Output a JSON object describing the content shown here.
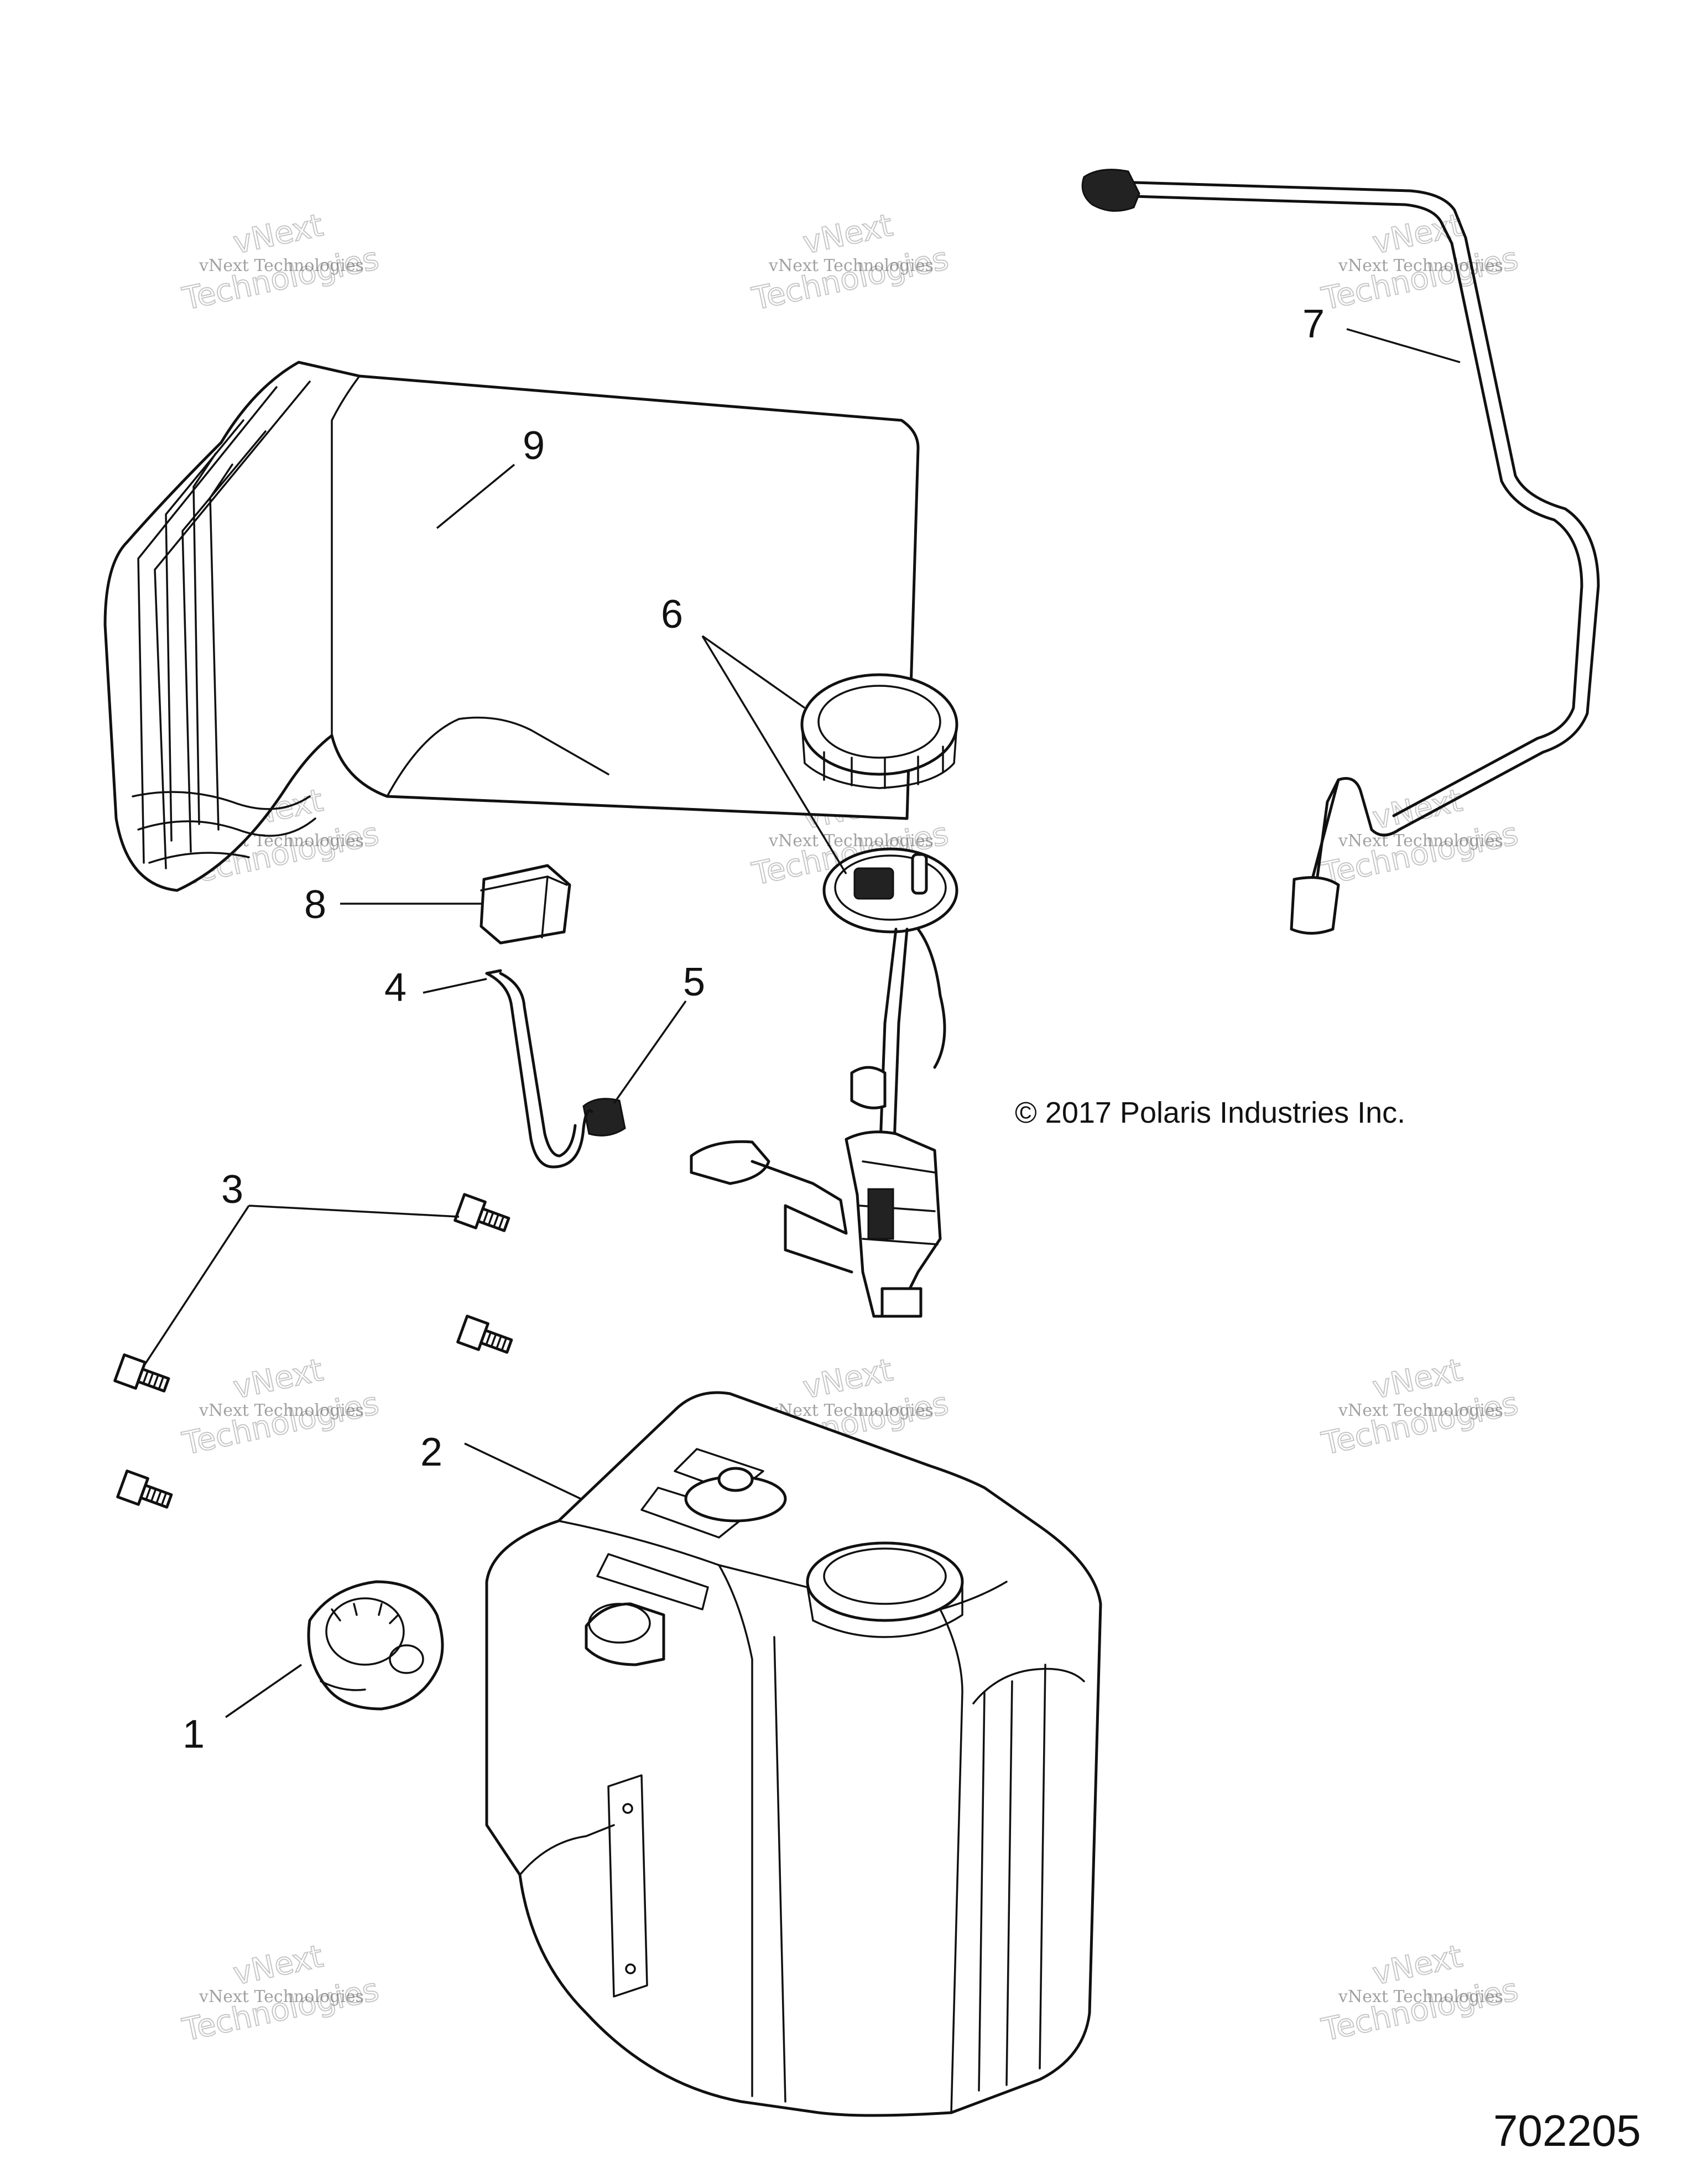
{
  "callouts": {
    "c1": "1",
    "c2": "2",
    "c3": "3",
    "c4": "4",
    "c5": "5",
    "c6": "6",
    "c7": "7",
    "c8": "8",
    "c9": "9"
  },
  "copyright": "© 2017 Polaris Industries Inc.",
  "document_number": "702205",
  "watermark": {
    "line1": "vNext",
    "line2": "vNext Technologies",
    "line3": "Technologies"
  }
}
